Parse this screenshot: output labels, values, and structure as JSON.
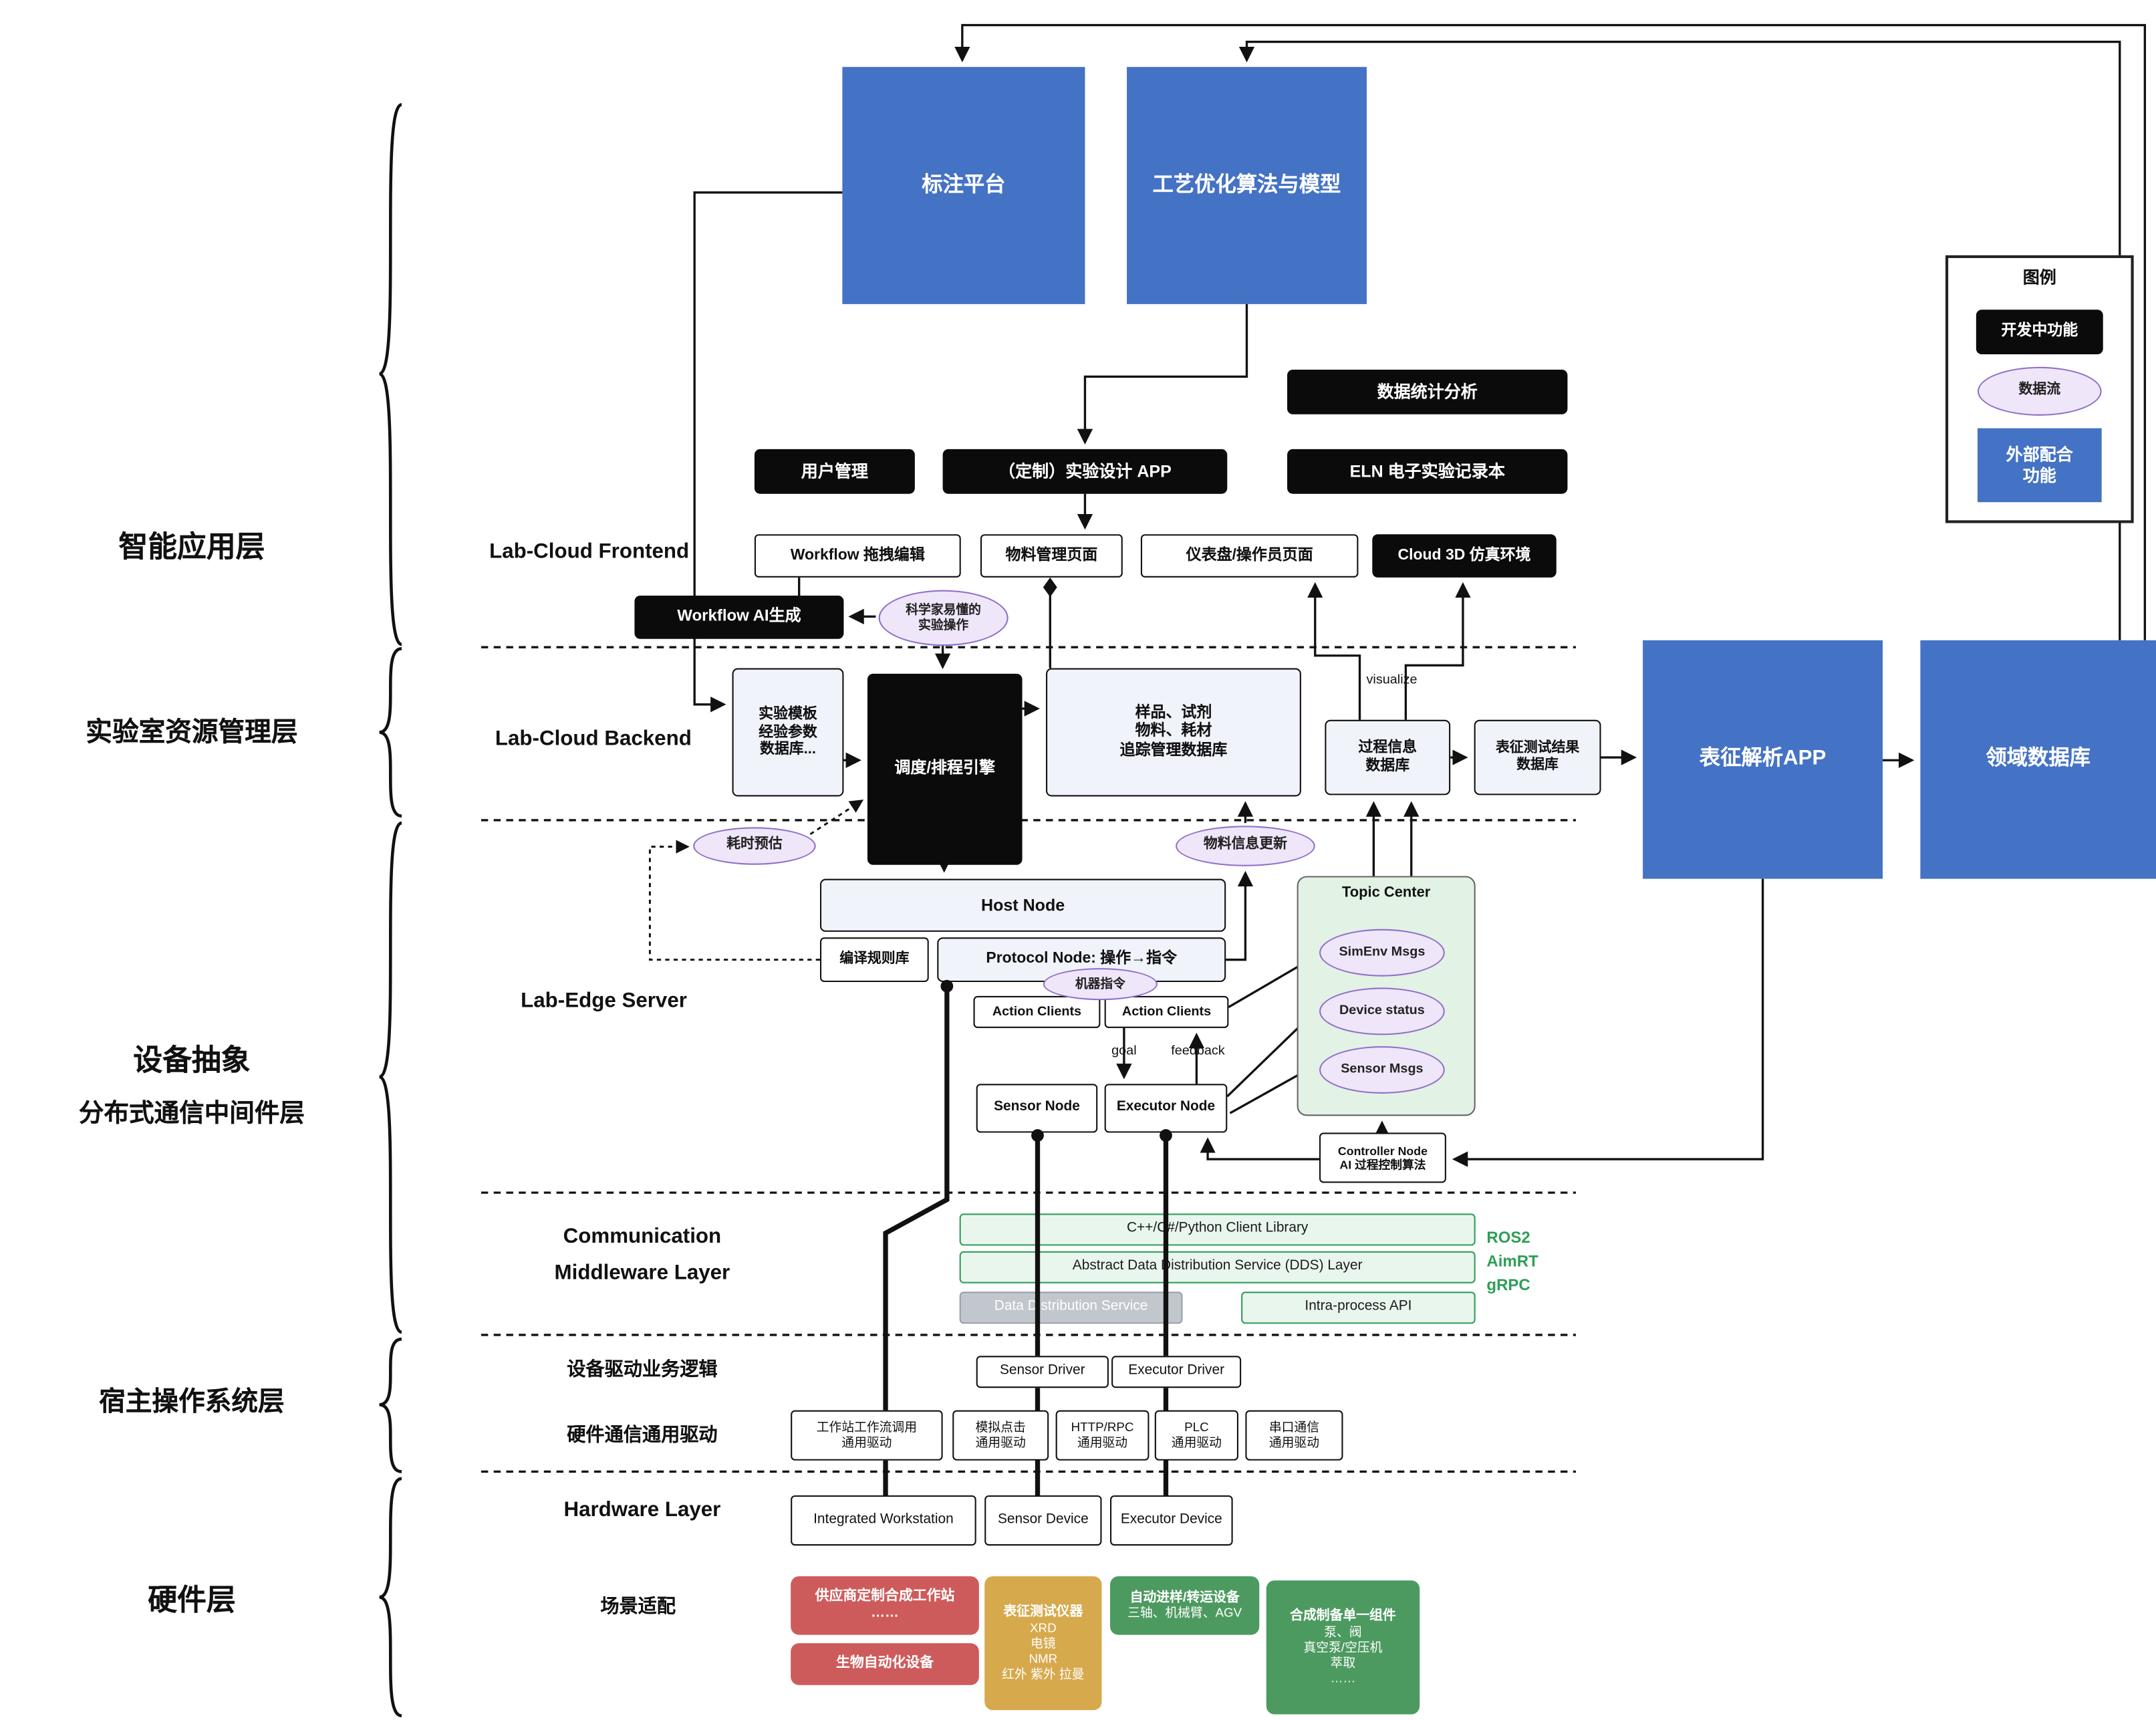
{
  "left_layers": {
    "l1": "智能应用层",
    "l2": "实验室资源管理层",
    "l3a": "设备抽象",
    "l3b": "分布式通信中间件层",
    "l4": "宿主操作系统层",
    "l5": "硬件层"
  },
  "top_row": {
    "annotation_platform": "标注平台",
    "process_model": "工艺优化算法与模型"
  },
  "legend": {
    "title": "图例",
    "developing": "开发中功能",
    "dataflow": "数据流",
    "external1": "外部配合",
    "external2": "功能"
  },
  "app_layer": {
    "stats": "数据统计分析",
    "user_mgmt": "用户管理",
    "custom_app": "（定制）实验设计 APP",
    "eln": "ELN 电子实验记录本",
    "frontend_label": "Lab-Cloud Frontend",
    "workflow_editor": "Workflow 拖拽编辑",
    "material_page": "物料管理页面",
    "dashboard": "仪表盘/操作员页面",
    "cloud3d": "Cloud 3D 仿真环境",
    "workflow_ai": "Workflow AI生成",
    "sci_ops1": "科学家易懂的",
    "sci_ops2": "实验操作"
  },
  "backend": {
    "label": "Lab-Cloud Backend",
    "template1": "实验模板",
    "template2": "经验参数",
    "template3": "数据库...",
    "scheduler": "调度/排程引擎",
    "sample1": "样品、试剂",
    "sample2": "物料、耗材",
    "sample3": "追踪管理数据库",
    "visualize": "visualize",
    "process1": "过程信息",
    "process2": "数据库",
    "charac1": "表征测试结果",
    "charac2": "数据库",
    "charac_app": "表征解析APP",
    "domain_db": "领域数据库",
    "time_estimate": "耗时预估",
    "material_update": "物料信息更新"
  },
  "edge": {
    "label": "Lab-Edge Server",
    "host": "Host Node",
    "rule_lib": "编译规则库",
    "protocol": "Protocol Node: 操作→指令",
    "machine_cmd": "机器指令",
    "action_clients": "Action Clients",
    "goal": "goal",
    "feedback": "feedback",
    "sensor_node": "Sensor Node",
    "executor_node": "Executor Node",
    "topic_center": "Topic Center",
    "simenv": "SimEnv Msgs",
    "device_status": "Device status",
    "sensor_msgs": "Sensor Msgs",
    "controller1": "Controller Node",
    "controller2": "AI 过程控制算法"
  },
  "comm": {
    "label1": "Communication",
    "label2": "Middleware Layer",
    "client_lib": "C++/C#/Python Client Library",
    "dds_layer": "Abstract Data Distribution Service (DDS) Layer",
    "dds": "Data Distribution Service",
    "intra": "Intra-process API",
    "stack": [
      "ROS2",
      "AimRT",
      "gRPC"
    ]
  },
  "host_os": {
    "driver_logic": "设备驱动业务逻辑",
    "sensor_driver": "Sensor Driver",
    "executor_driver": "Executor Driver",
    "hw_comm": "硬件通信通用驱动",
    "generic": "通用驱动",
    "d1": "工作站工作流调用",
    "d2": "模拟点击",
    "d3": "HTTP/RPC",
    "d4": "PLC",
    "d5": "串口通信"
  },
  "hardware": {
    "label": "Hardware Layer",
    "workstation": "Integrated Workstation",
    "sensor_device": "Sensor Device",
    "executor_device": "Executor Device",
    "scenario": "场景适配",
    "vendor1": "供应商定制合成工作站",
    "vendor2": "……",
    "bio": "生物自动化设备",
    "charac_title": "表征测试仪器",
    "charac_items": [
      "XRD",
      "电镜",
      "NMR",
      "红外 紫外 拉曼"
    ],
    "transfer1": "自动进样/转运设备",
    "transfer2": "三轴、机械臂、AGV",
    "synth_title": "合成制备单一组件",
    "synth_items": [
      "泵、阀",
      "真空泵/空压机",
      "萃取",
      "……"
    ]
  },
  "colors": {
    "blue": "#4472C4",
    "black_box": "#0B0B0B",
    "purple_fill": "#EFE6FA",
    "purple_border": "#8F6FC9",
    "green_fill": "#E9F6EE",
    "green_border": "#2F9E57",
    "red": "#CE5B5B",
    "gold": "#D6A94D",
    "green_hw": "#4C9A5F"
  }
}
